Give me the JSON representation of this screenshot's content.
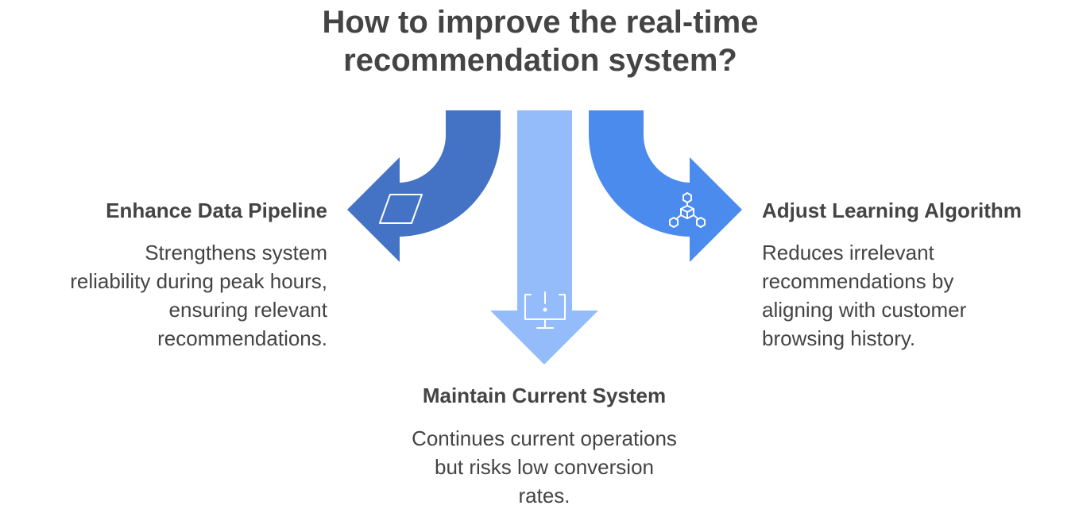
{
  "title": {
    "line1": "How to improve the real-time",
    "line2": "recommendation system?"
  },
  "colors": {
    "left_arrow": "#4472C4",
    "center_arrow": "#94BCFB",
    "right_arrow": "#4B8BEE",
    "icon_stroke": "#FFFFFF",
    "text": "#444444"
  },
  "options": [
    {
      "id": "left",
      "icon": "parallelogram-icon",
      "heading": "Enhance Data Pipeline",
      "desc_lines": [
        "Strengthens system",
        "reliability during peak hours,",
        "ensuring relevant",
        "recommendations."
      ]
    },
    {
      "id": "center",
      "icon": "monitor-alert-icon",
      "heading": "Maintain Current System",
      "desc_lines": [
        "Continues current operations",
        "but risks low conversion",
        "rates."
      ]
    },
    {
      "id": "right",
      "icon": "network-cube-icon",
      "heading": "Adjust Learning Algorithm",
      "desc_lines": [
        "Reduces irrelevant",
        "recommendations by",
        "aligning with customer",
        "browsing history."
      ]
    }
  ]
}
